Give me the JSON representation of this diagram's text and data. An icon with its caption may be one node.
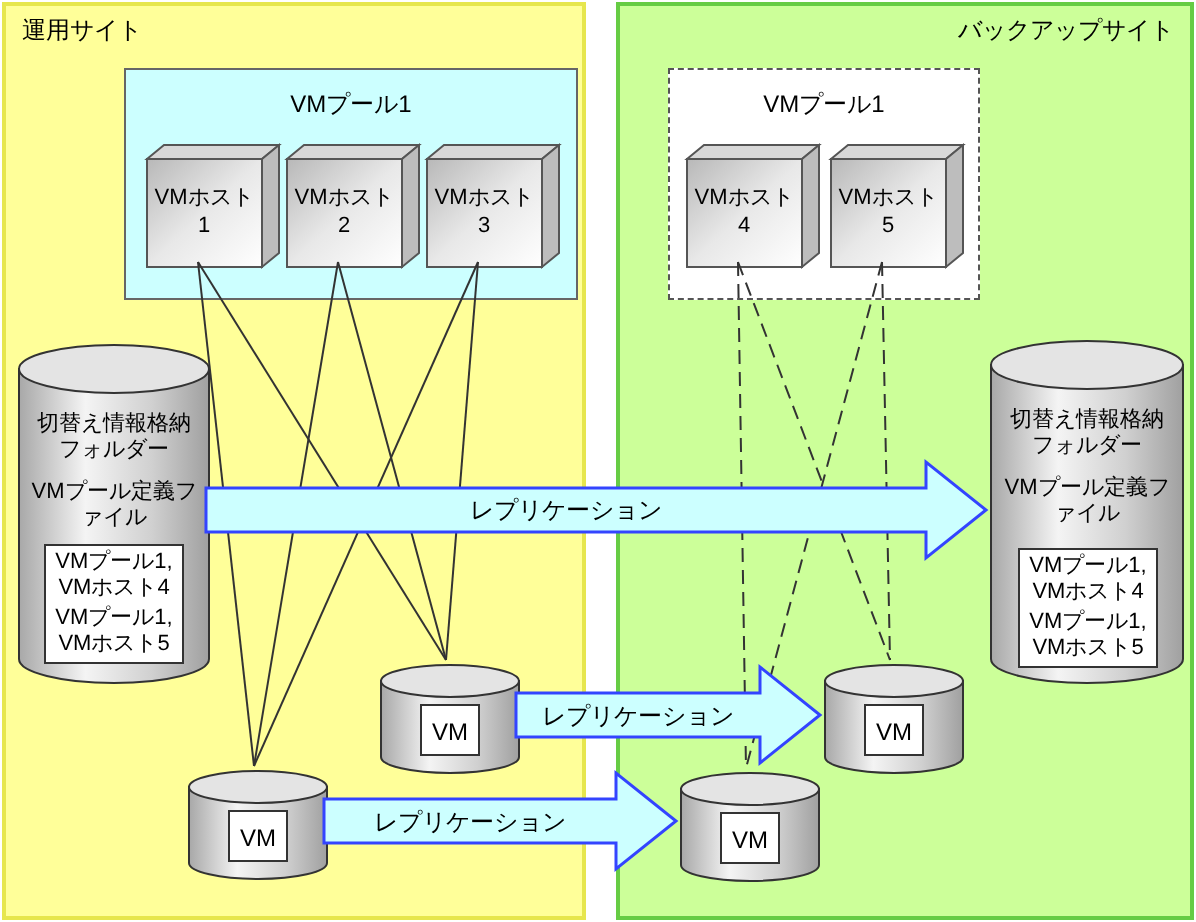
{
  "diagram": {
    "nodes": [
      {
        "text": [
          "運用サイト"
        ]
      },
      {
        "text": [
          "VMプール1"
        ],
        "in": 0
      },
      {
        "text": [
          "VMホスト 1"
        ],
        "in": 1
      },
      {
        "text": [
          "VMホスト 2"
        ],
        "in": 1
      },
      {
        "text": [
          "VMホスト 3"
        ],
        "in": 1
      },
      {
        "text": [
          "バックアップサイト"
        ]
      },
      {
        "text": [
          "VMプール1"
        ],
        "in": 5
      },
      {
        "text": [
          "VMホスト 4"
        ],
        "in": 6
      },
      {
        "text": [
          "VMホスト 5"
        ],
        "in": 6
      },
      {
        "text": [
          "切替え情報格納フォルダー",
          "VMプール定義ファイル"
        ],
        "in": 0
      },
      {
        "text": [
          "VMプール1, VMホスト4",
          "VMプール1, VMホスト5"
        ],
        "in": 9
      },
      {
        "text": [
          "切替え情報格納フォルダー",
          "VMプール定義ファイル"
        ],
        "in": 5
      },
      {
        "text": [
          "VMプール1, VMホスト4",
          "VMプール1, VMホスト5"
        ],
        "in": 11
      },
      {
        "text": [
          "VM"
        ],
        "in": 0
      },
      {
        "text": [
          "VM"
        ],
        "in": 0
      },
      {
        "text": [
          "VM"
        ],
        "in": 5
      },
      {
        "text": [
          "VM"
        ],
        "in": 5
      }
    ],
    "edges": [
      {
        "from": 9,
        "to": 11,
        "arrow": "to",
        "label": "レプリケーション",
        "style": "thick"
      },
      {
        "from": 13,
        "to": 15,
        "arrow": "to",
        "label": "レプリケーション",
        "style": "thick"
      },
      {
        "from": 14,
        "to": 16,
        "arrow": "to",
        "label": "レプリケーション",
        "style": "thick"
      },
      {
        "from": 2,
        "to": 14,
        "arrow": "none"
      },
      {
        "from": 2,
        "to": 13,
        "arrow": "none"
      },
      {
        "from": 3,
        "to": 14,
        "arrow": "none"
      },
      {
        "from": 3,
        "to": 13,
        "arrow": "none"
      },
      {
        "from": 4,
        "to": 14,
        "arrow": "none"
      },
      {
        "from": 4,
        "to": 13,
        "arrow": "none"
      },
      {
        "from": 7,
        "to": 16,
        "arrow": "none",
        "style": "dashed"
      },
      {
        "from": 7,
        "to": 15,
        "arrow": "none",
        "style": "dashed"
      },
      {
        "from": 8,
        "to": 15,
        "arrow": "none",
        "style": "dashed"
      },
      {
        "from": 8,
        "to": 16,
        "arrow": "none",
        "style": "dashed"
      }
    ]
  }
}
